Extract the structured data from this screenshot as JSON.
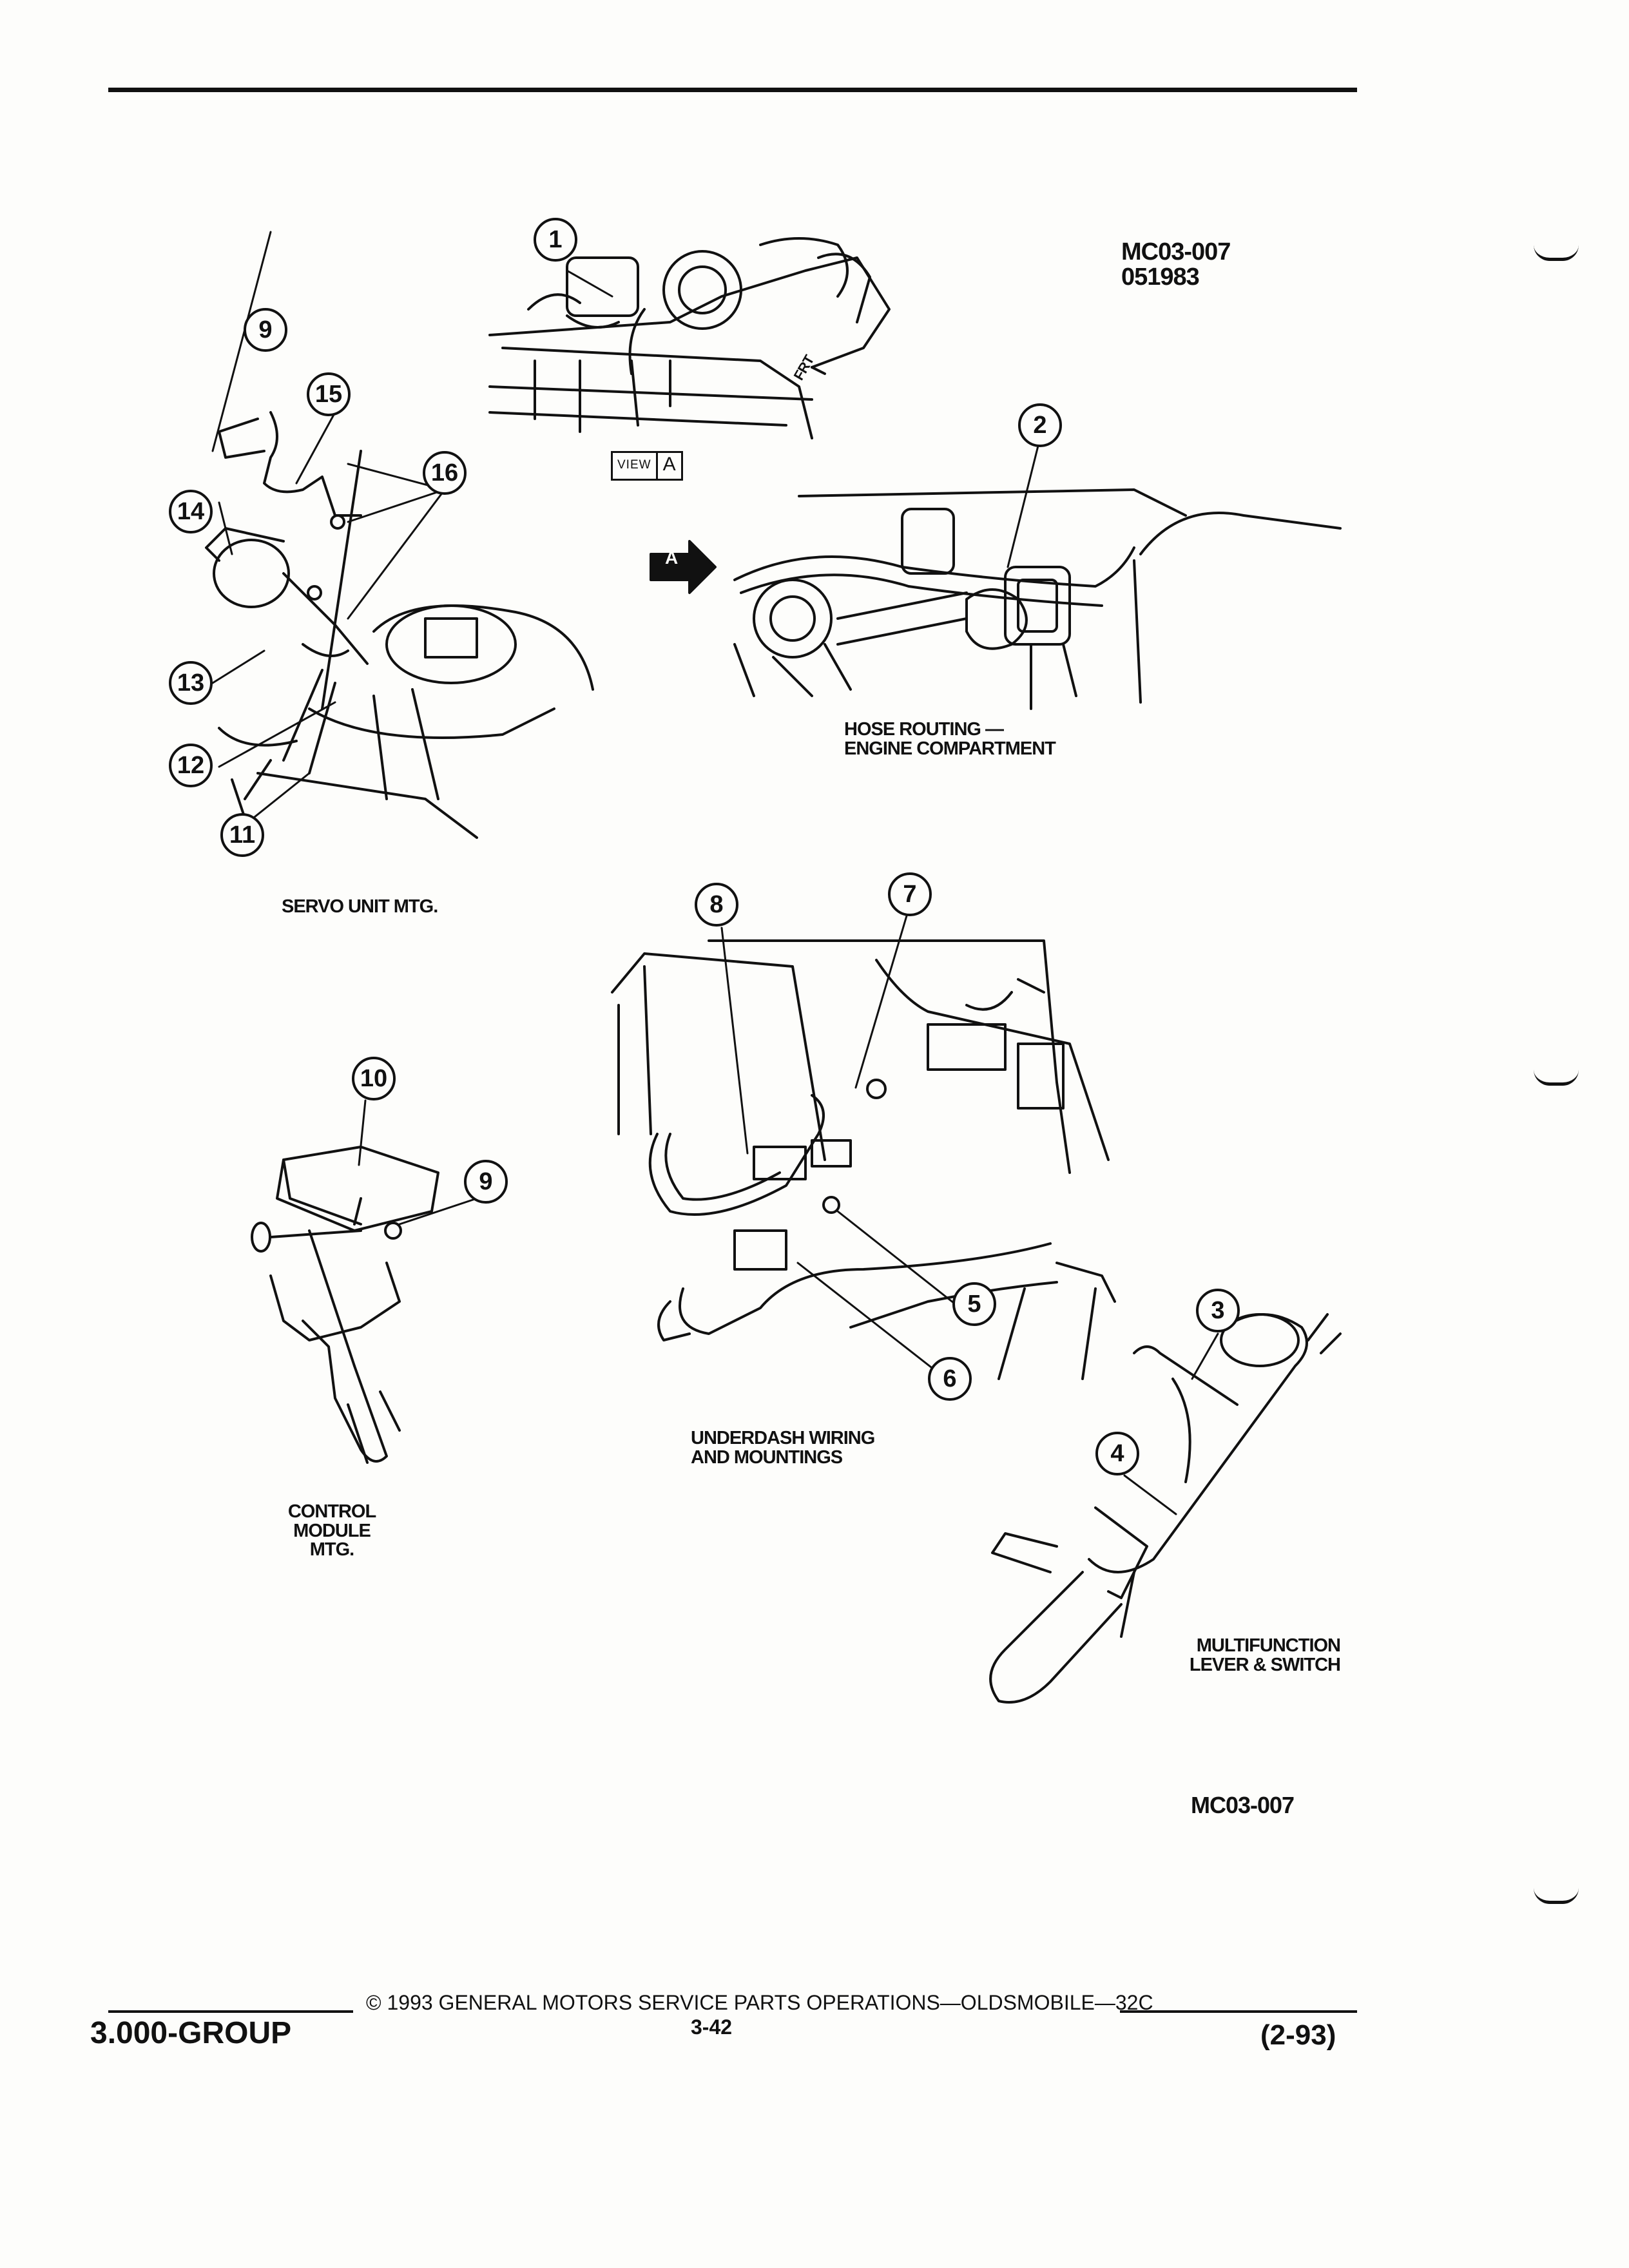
{
  "diagram": {
    "figure_code": "MC03-007",
    "figure_date": "051983",
    "bottom_code": "MC03-007",
    "view_label": "VIEW",
    "view_letter": "A",
    "arrow_letter": "A",
    "frt_label": "FRT",
    "captions": {
      "hose_1": "HOSE ROUTING —",
      "hose_2": "ENGINE COMPARTMENT",
      "servo": "SERVO UNIT MTG.",
      "under_1": "UNDERDASH WIRING",
      "under_2": "AND MOUNTINGS",
      "ctrl_1": "CONTROL",
      "ctrl_2": "MODULE",
      "ctrl_3": "MTG.",
      "multi_1": "MULTIFUNCTION",
      "multi_2": "LEVER & SWITCH"
    },
    "callouts": {
      "c1": "1",
      "c2": "2",
      "c3": "3",
      "c4": "4",
      "c5": "5",
      "c6": "6",
      "c7": "7",
      "c8": "8",
      "c9a": "9",
      "c9b": "9",
      "c10": "10",
      "c11": "11",
      "c12": "12",
      "c13": "13",
      "c14": "14",
      "c15": "15",
      "c16": "16"
    }
  },
  "footer": {
    "group": "3.000-GROUP",
    "copyright": "© 1993 GENERAL MOTORS SERVICE PARTS OPERATIONS—OLDSMOBILE—32C",
    "page": "3-42",
    "date": "(2-93)"
  }
}
